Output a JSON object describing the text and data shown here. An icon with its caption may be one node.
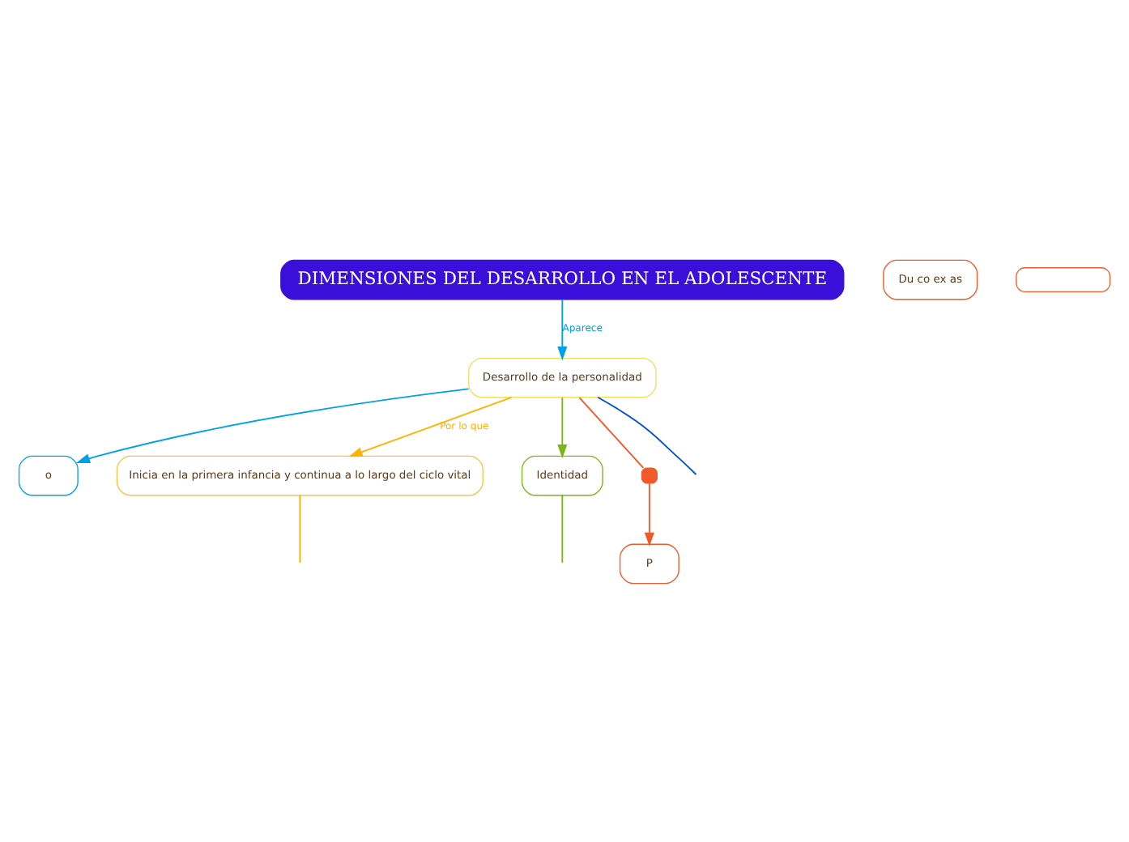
{
  "diagram": {
    "nodes": [
      {
        "text": [
          "DIMENSIONES DEL DESARROLLO EN EL ADOLESCENTE"
        ]
      },
      {
        "text": [
          "Desarrollo de la personalidad"
        ]
      },
      {
        "text": [
          "o"
        ]
      },
      {
        "text": [
          "Inicia en la primera infancia y continua a lo largo del ciclo vital"
        ]
      },
      {
        "text": [
          "Identidad"
        ]
      },
      {
        "text": [],
        "shape": "box"
      },
      {
        "text": [
          "P"
        ]
      },
      {
        "text": [
          "Du co ex as"
        ]
      },
      {
        "text": [],
        "shape": "box"
      }
    ],
    "edges": [
      {
        "from": 0,
        "to": 1,
        "arrow": "to",
        "label": "Aparece",
        "color": "#00a0e6"
      },
      {
        "from": 1,
        "to": null,
        "arrow": "none",
        "color": "#0050c8"
      },
      {
        "from": 1,
        "to": 2,
        "arrow": "to",
        "color": "#00a0e6"
      },
      {
        "from": 1,
        "to": 3,
        "arrow": "to",
        "label": "Por lo que",
        "color": "#ffb300"
      },
      {
        "from": 1,
        "to": 4,
        "arrow": "to",
        "color": "#7cb518"
      },
      {
        "from": 1,
        "to": 5,
        "arrow": "none",
        "color": "#f05a28"
      },
      {
        "from": 5,
        "to": 6,
        "arrow": "to",
        "color": "#f05a28"
      },
      {
        "from": 4,
        "to": null,
        "arrow": "none",
        "color": "#7cb518"
      },
      {
        "from": 3,
        "to": null,
        "arrow": "none",
        "color": "#ffb300"
      }
    ]
  }
}
